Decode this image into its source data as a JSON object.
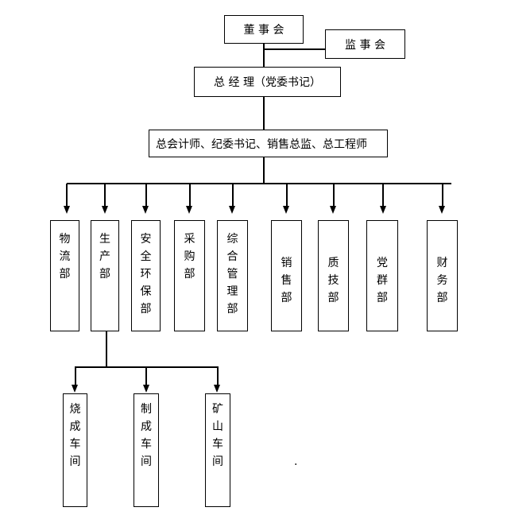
{
  "colors": {
    "background": "#ffffff",
    "line": "#000000",
    "text": "#000000"
  },
  "diagram": {
    "board": {
      "label": "董 事 会"
    },
    "supervisory_board": {
      "label": "监 事 会"
    },
    "general_manager": {
      "label": "总 经 理（党委书记）"
    },
    "executive_staff": {
      "label": "总会计师、纪委书记、销售总监、总工程师"
    },
    "departments": [
      {
        "id": "logistics",
        "label": "物流部"
      },
      {
        "id": "production",
        "label": "生产部"
      },
      {
        "id": "safety-environment",
        "label": "安全环保部"
      },
      {
        "id": "procurement",
        "label": "采购部"
      },
      {
        "id": "general-management",
        "label": "综合管理部"
      },
      {
        "id": "sales",
        "label": "销售部"
      },
      {
        "id": "quality-technology",
        "label": "质技部"
      },
      {
        "id": "party-mass",
        "label": "党群部"
      },
      {
        "id": "finance",
        "label": "财务部"
      }
    ],
    "production_workshops": [
      {
        "id": "sintering-workshop",
        "label": "烧成车间"
      },
      {
        "id": "finishing-workshop",
        "label": "制成车间"
      },
      {
        "id": "mining-workshop",
        "label": "矿山车间"
      }
    ],
    "stray_mark": "."
  }
}
